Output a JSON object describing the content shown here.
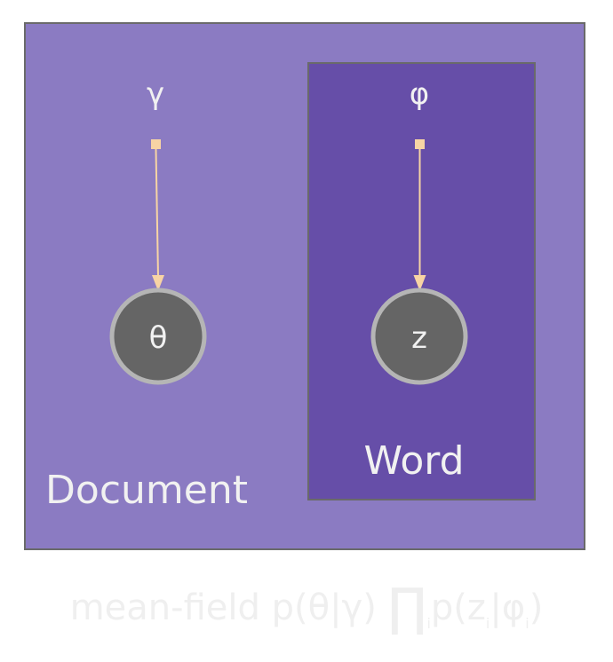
{
  "plates": {
    "document_label": "Document",
    "word_label": "Word"
  },
  "nodes": {
    "gamma": "γ",
    "phi": "φ",
    "theta": "θ",
    "z": "z"
  },
  "caption": {
    "prefix": "mean-field p(θ|γ) ",
    "product_symbol": "∏",
    "product_index": "i",
    "term_open": "p(z",
    "z_index": "i",
    "term_mid": "|φ",
    "phi_index": "i",
    "term_close": ")"
  },
  "colors": {
    "document_plate": "#8b7bc2",
    "word_plate": "#664ea8",
    "plate_border": "#6a6a6a",
    "node_fill": "#656565",
    "node_stroke": "#b5b5b5",
    "arrow": "#f7d4a4",
    "text": "#f1f1f1",
    "caption": "#efefef"
  }
}
